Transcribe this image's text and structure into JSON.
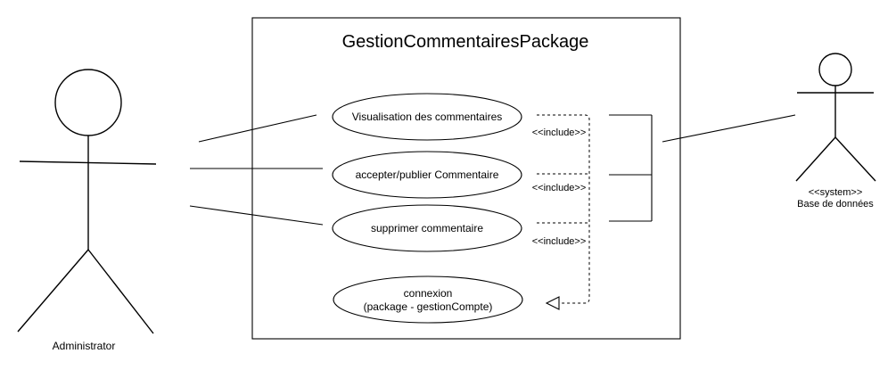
{
  "package": {
    "title": "GestionCommentairesPackage"
  },
  "actors": {
    "administrator": {
      "label": "Administrator"
    },
    "database": {
      "stereotype": "<<system>>",
      "label": "Base de données"
    }
  },
  "use_cases": {
    "visualisation": "Visualisation des commentaires",
    "accepter": "accepter/publier Commentaire",
    "supprimer": "supprimer commentaire",
    "connexion_line1": "connexion",
    "connexion_line2": "(package - gestionCompte)"
  },
  "relations": {
    "include_1": "<<include>>",
    "include_2": "<<include>>",
    "include_3": "<<include>>"
  }
}
